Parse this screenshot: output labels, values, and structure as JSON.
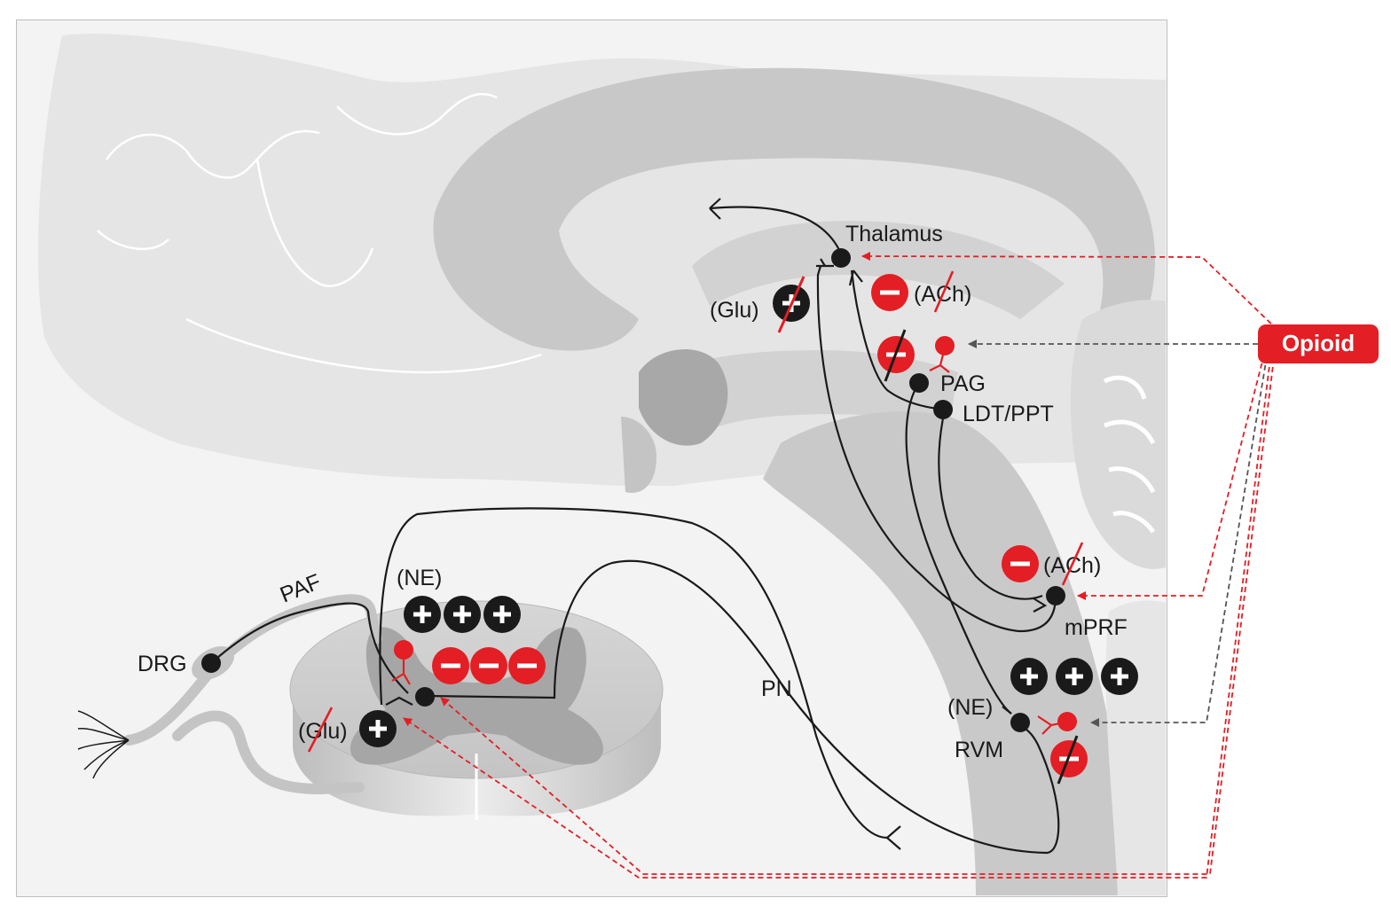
{
  "labels": {
    "thalamus": "Thalamus",
    "glu_top": "(Glu)",
    "ach_top": "(ACh)",
    "pag": "PAG",
    "ldt_ppt": "LDT/PPT",
    "ach_mid": "(ACh)",
    "mprf": "mPRF",
    "ne_right": "(NE)",
    "rvm": "RVM",
    "pn": "PN",
    "paf": "PAF",
    "drg": "DRG",
    "ne_left": "(NE)",
    "glu_left": "(Glu)"
  },
  "opioid_label": "Opioid",
  "colors": {
    "accent_red": "#e31e24",
    "neuron_black": "#1a1a1a",
    "brain_gray": "#d2d2d2",
    "background": "#f3f3f3",
    "dashed_gray": "#555555"
  }
}
